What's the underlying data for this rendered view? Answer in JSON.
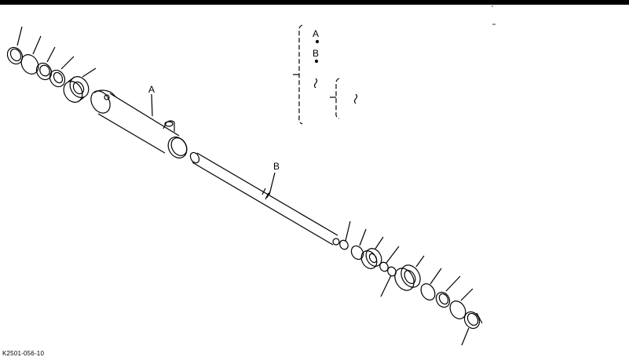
{
  "labels": {
    "cylinder_tube": "A",
    "piston_rod": "B"
  },
  "legend": {
    "item_a": "A",
    "item_b": "B"
  },
  "figure_id": "K2501-056-10",
  "colors": {
    "line": "#000000",
    "background": "#ffffff"
  }
}
